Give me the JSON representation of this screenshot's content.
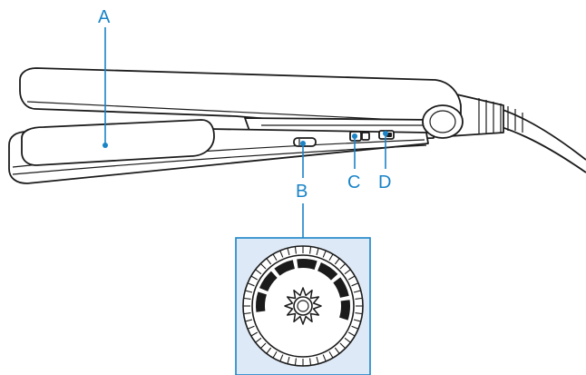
{
  "callouts": {
    "a": "A",
    "b": "B",
    "c": "C",
    "d": "D"
  },
  "colors": {
    "callout": "#1a84c7",
    "inset_background": "#dde9f6",
    "outline": "#1b1b1b"
  },
  "icons": {
    "dial": "temperature-dial-icon",
    "sun": "sun-icon"
  }
}
